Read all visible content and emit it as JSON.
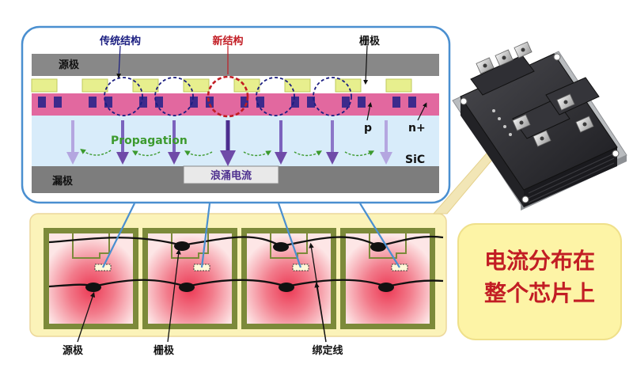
{
  "cross_section": {
    "label_traditional": "传统结构",
    "label_new": "新结构",
    "label_gate": "栅极",
    "label_source": "源极",
    "label_drain": "漏极",
    "label_p": "p",
    "label_nplus": "n+",
    "label_sic": "SiC",
    "label_propagation": "Propagation",
    "label_surge": "浪涌电流"
  },
  "chip_array": {
    "label_source": "源极",
    "label_gate": "栅极",
    "label_bond_wire": "绑定线"
  },
  "callout": {
    "line1": "电流分布在",
    "line2": "整个芯片上"
  },
  "colors": {
    "section_border": "#4a8fd0",
    "soft_yellow": "#fbf3b9",
    "gate_yellow": "#e7ef8e",
    "p_pink": "#e2689f",
    "n_navy": "#3d2a8c",
    "sic_blue": "#d8ecfa",
    "metal_gray": "#7d7d7d",
    "arrow_purple": "#6f4aa8",
    "propagation_green": "#3c9a2e",
    "new_red": "#c21d24",
    "traditional_navy": "#1a1d80",
    "callout_red": "#c21d24"
  }
}
